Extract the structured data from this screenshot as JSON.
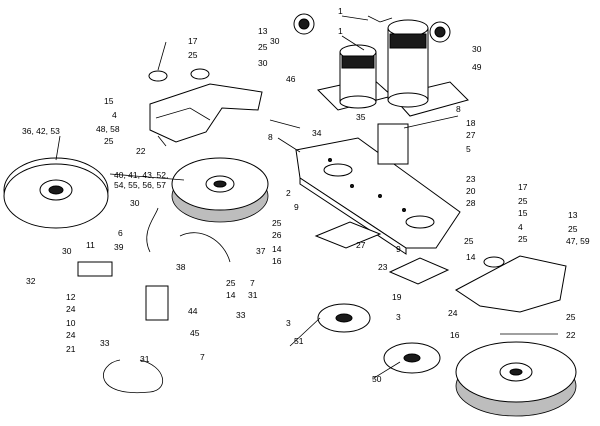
{
  "callouts": {
    "c1a": "1",
    "c1b": "1",
    "c17a": "17",
    "c25a": "25",
    "c13a": "13",
    "c25b": "25",
    "c30a": "30",
    "c30b": "30",
    "c49": "49",
    "c46": "46",
    "c15a": "15",
    "c4a": "4",
    "c4858": "48, 58",
    "c25c": "25",
    "c22a": "22",
    "c364253": "36, 42, 53",
    "c40list1": "40, 41, 43, 52,",
    "c40list2": "54, 55, 56, 57",
    "c34": "34",
    "c35": "35",
    "c8a": "8",
    "c8b": "8",
    "c18": "18",
    "c27a": "27",
    "c5": "5",
    "c23a": "23",
    "c20": "20",
    "c28": "28",
    "c30c": "30",
    "c6": "6",
    "c2": "2",
    "c9a": "9",
    "c26": "26",
    "c25d": "25",
    "c14a": "14",
    "c16a": "16",
    "c30d": "30",
    "c11": "11",
    "c39": "39",
    "c37": "37",
    "c7a": "7",
    "c27b": "27",
    "c9b": "9",
    "c23b": "23",
    "c25e": "25",
    "c14b": "14",
    "c32": "32",
    "c12": "12",
    "c24a": "24",
    "c10": "10",
    "c24b": "24",
    "c21": "21",
    "c38": "38",
    "c44": "44",
    "c31a": "31",
    "c25f": "25",
    "c14c": "14",
    "c45": "45",
    "c33a": "33",
    "c33b": "33",
    "c3a": "3",
    "c51": "51",
    "c31b": "31",
    "c7b": "7",
    "c17b": "17",
    "c25g": "25",
    "c15b": "15",
    "c4b": "4",
    "c25h": "25",
    "c13b": "13",
    "c25i": "25",
    "c4759": "47, 59",
    "c19": "19",
    "c24c": "24",
    "c3b": "3",
    "c16b": "16",
    "c50": "50",
    "c25j": "25",
    "c22b": "22"
  }
}
